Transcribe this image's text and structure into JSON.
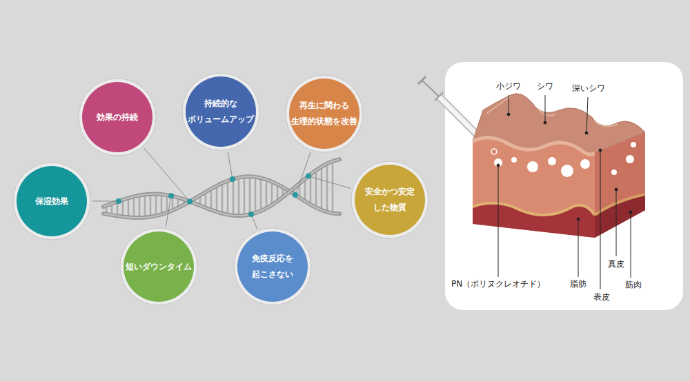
{
  "diagram": {
    "nodes": [
      {
        "text": [
          "効果の持続"
        ]
      },
      {
        "text": [
          "持続的な ボリュームアップ"
        ]
      },
      {
        "text": [
          "再生に関わる 生理的状態を改善"
        ]
      },
      {
        "text": [
          "保湿効果"
        ]
      },
      {
        "text": [
          "安全かつ安定 した物質"
        ]
      },
      {
        "text": [
          "短いダウンタイム"
        ]
      },
      {
        "text": [
          "免疫反応を 起こさない"
        ]
      }
    ],
    "labels": [
      "小ジワ",
      "シワ",
      "深いシワ",
      "PN（ポリヌクレオチド）",
      "脂肪",
      "表皮",
      "真皮",
      "筋肉"
    ]
  }
}
